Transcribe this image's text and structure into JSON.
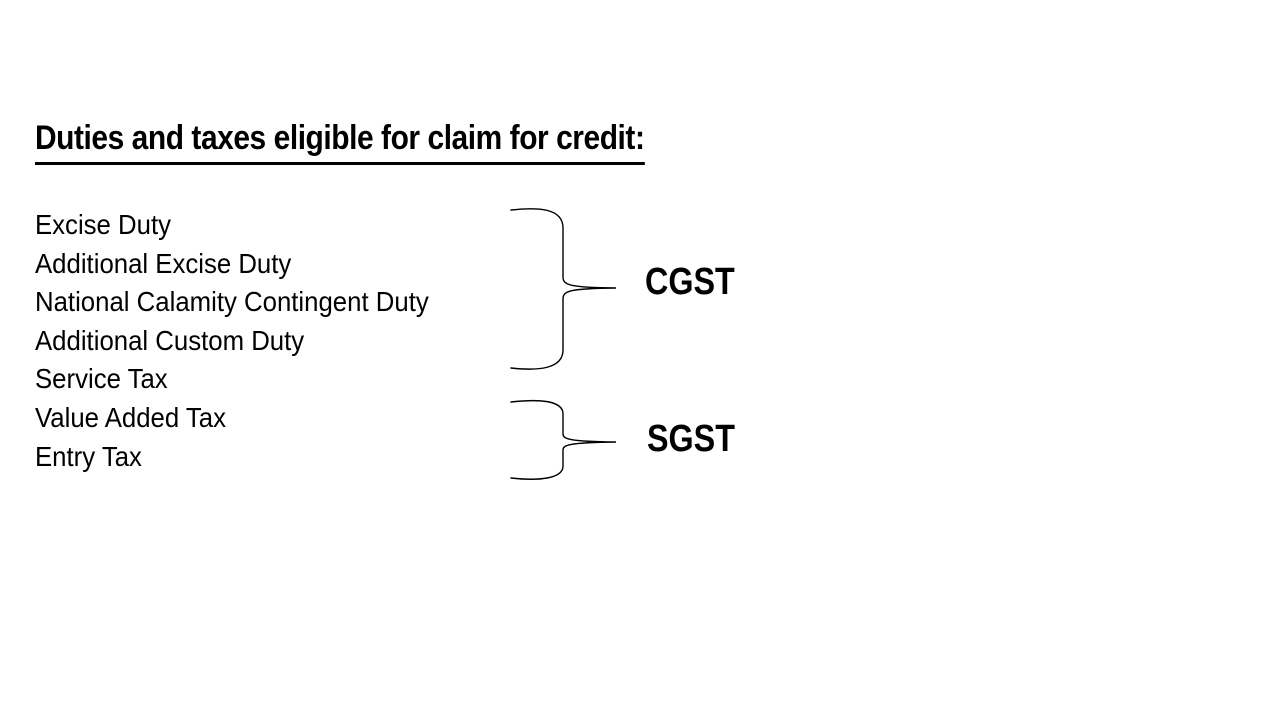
{
  "slide": {
    "background_color": "#ffffff",
    "text_color": "#000000",
    "title": "Duties and taxes eligible for claim for credit:",
    "tax_items": [
      "Excise Duty",
      "Additional Excise Duty",
      "National Calamity Contingent Duty",
      "Additional Custom Duty",
      "Service Tax",
      "Value Added Tax",
      "Entry Tax"
    ],
    "groups": [
      {
        "label": "CGST",
        "covers": [
          "Excise Duty",
          "Additional Excise Duty",
          "National Calamity Contingent Duty",
          "Additional Custom Duty",
          "Service Tax"
        ]
      },
      {
        "label": "SGST",
        "covers": [
          "Value Added Tax",
          "Entry Tax"
        ]
      }
    ]
  }
}
